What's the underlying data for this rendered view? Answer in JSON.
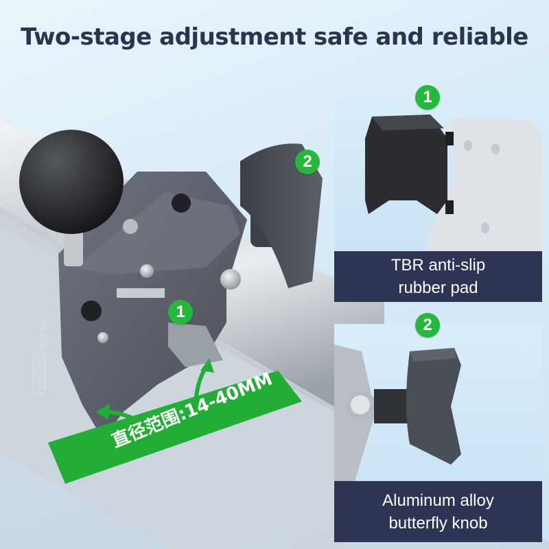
{
  "headline": "Two-stage adjustment safe and reliable",
  "clamp_range_label": "直径范围:14-40MM",
  "product_markings": {
    "brand": "FANAUE",
    "model": "CC-04"
  },
  "badges": {
    "one": "1",
    "two": "2"
  },
  "panels": [
    {
      "badge": "1",
      "caption_line1": "TBR anti-slip",
      "caption_line2": "rubber pad"
    },
    {
      "badge": "2",
      "caption_line1": "Aluminum alloy",
      "caption_line2": "butterfly knob"
    }
  ],
  "colors": {
    "accent_green": "#25b83d",
    "caption_bar": "#2d3454",
    "headline": "#2a3350",
    "clamp_body": "#5b606c",
    "rubber": "#2b2d31"
  }
}
